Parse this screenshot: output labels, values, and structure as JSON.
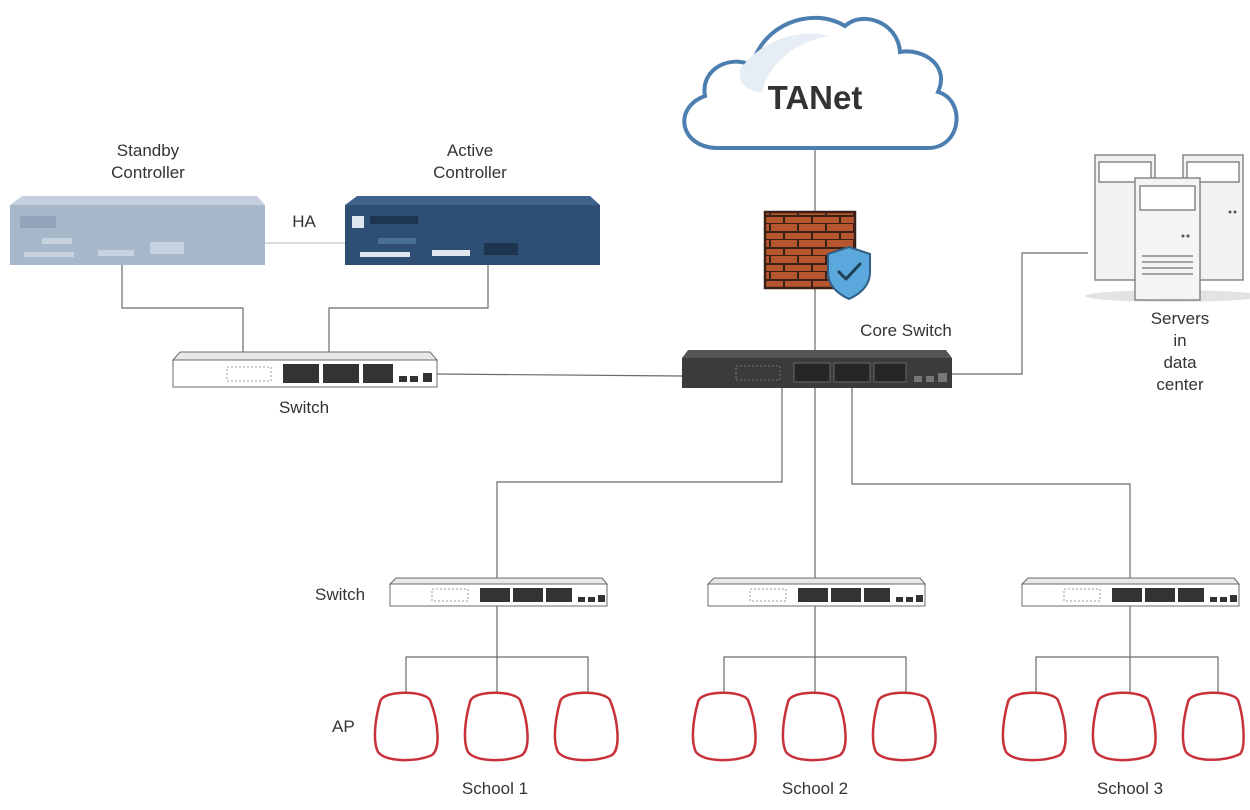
{
  "cloud": {
    "label": "TANet"
  },
  "controllers": {
    "standby_label": "Standby\nController",
    "active_label": "Active\nController",
    "ha_label": "HA"
  },
  "core_switch": {
    "label": "Core Switch"
  },
  "left_switch": {
    "label": "Switch"
  },
  "servers": {
    "label": "Servers in\ndata center"
  },
  "school_rows": {
    "switch_label": "Switch",
    "ap_label": "AP"
  },
  "schools": [
    {
      "label": "School 1"
    },
    {
      "label": "School 2"
    },
    {
      "label": "School 3"
    }
  ],
  "colors": {
    "line": "#6b6b6b",
    "cloud_outline": "#4c7fb0",
    "standby_controller": "#a8b8cb",
    "active_controller": "#2e4f73",
    "core_switch": "#3b3b3b",
    "firewall_brick": "#b5562f",
    "shield": "#5aa8dc",
    "ap_outline": "#c8313a"
  }
}
